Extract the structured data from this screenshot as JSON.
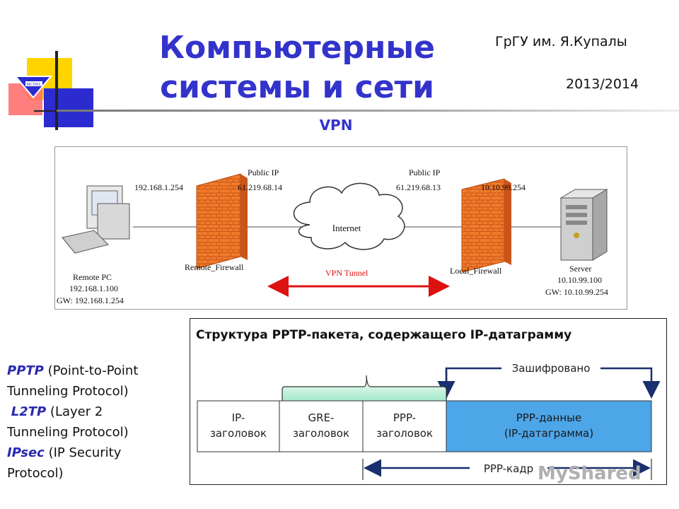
{
  "header": {
    "title_line1": "Компьютерные",
    "title_line2": "системы и сети",
    "university": "ГрГУ им. Я.Купалы",
    "year": "2013/2014",
    "subtitle": "VPN",
    "logo_text": "MCNEL"
  },
  "network_diagram": {
    "remote_ip": "192.168.1.254",
    "public_label_left": "Public IP",
    "public_ip_left": "61.219.68.14",
    "public_label_right": "Public IP",
    "public_ip_right": "61.219.68.13",
    "local_ip": "10.10.99.254",
    "cloud_label": "Internet",
    "remote_firewall_label": "Remote_Firewall",
    "local_firewall_label": "Local_Firewall",
    "tunnel_label": "VPN Tunnel",
    "remote_pc_label": "Remote PC",
    "remote_pc_ip": "192.168.1.100",
    "remote_pc_gw": "GW: 192.168.1.254",
    "server_label": "Server",
    "server_ip": "10.10.99.100",
    "server_gw": "GW: 10.10.99.254"
  },
  "pptp_packet": {
    "title": "Структура PPTP-пакета, содержащего IP-датаграмму",
    "encrypted_label": "Зашифровано",
    "cells": [
      {
        "line1": "IP-",
        "line2": "заголовок"
      },
      {
        "line1": "GRE-",
        "line2": "заголовок"
      },
      {
        "line1": "PPP-",
        "line2": "заголовок"
      },
      {
        "line1": "PPP-данные",
        "line2": "(IP-датаграмма)"
      }
    ],
    "frame_label": "PPP-кадр"
  },
  "protocols": [
    {
      "name": "PPTP",
      "desc1": " (Point-to-Point",
      "desc2": "Tunneling Protocol)"
    },
    {
      "name": "L2TP",
      "desc1": " (Layer 2",
      "desc2": "Tunneling Protocol)"
    },
    {
      "name": "IPsec",
      "desc1": " (IP Security",
      "desc2": "Protocol)"
    }
  ],
  "watermark": "MyShared",
  "colors": {
    "title": "#3333cc",
    "tunnel": "#dd1111",
    "encrypted_fill": "#4da6e8",
    "logo_yellow": "#ffd400",
    "logo_blue": "#2b2bd0",
    "logo_red": "#ff6a6a"
  }
}
